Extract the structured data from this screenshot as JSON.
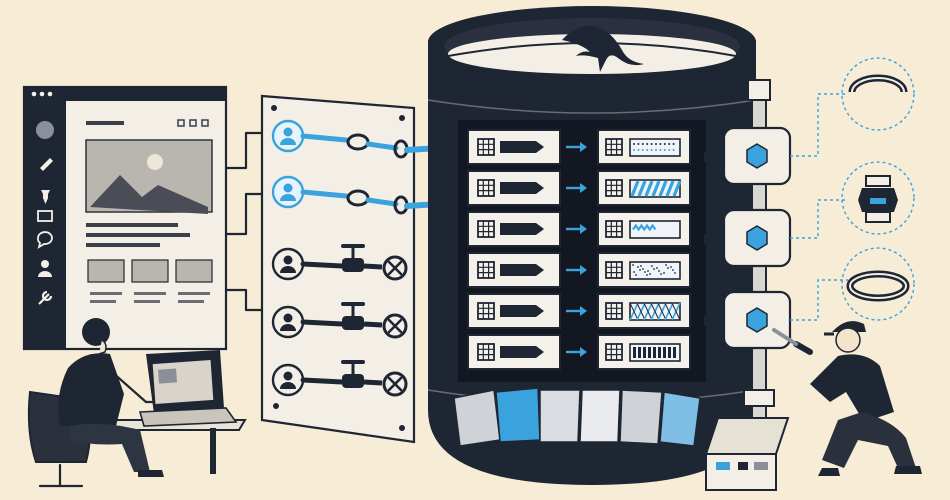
{
  "illustration": {
    "accent_color": "#3aa3dd",
    "ink_color": "#1f2633",
    "paper_color": "#f7ecd6",
    "database_logo": "dolphin-logo",
    "app_sidebar_icons": [
      "circle-icon",
      "pencil-icon",
      "pin-icon",
      "image-icon",
      "chat-icon",
      "user-icon",
      "wrench-icon"
    ],
    "user_connections": [
      {
        "icon": "user-icon",
        "state": "connected",
        "highlight": true
      },
      {
        "icon": "user-icon",
        "state": "connected",
        "highlight": true
      },
      {
        "icon": "user-icon",
        "state": "blocked",
        "highlight": false
      },
      {
        "icon": "user-icon",
        "state": "blocked",
        "highlight": false
      },
      {
        "icon": "user-icon",
        "state": "blocked",
        "highlight": false
      }
    ],
    "storage_rows": [
      {
        "pattern": "dots"
      },
      {
        "pattern": "stripes"
      },
      {
        "pattern": "zigzag"
      },
      {
        "pattern": "speckle"
      },
      {
        "pattern": "crosshatch"
      },
      {
        "pattern": "bars"
      }
    ],
    "maintenance_parts": [
      "ring-clip-icon",
      "hex-fitting-icon",
      "o-ring-icon"
    ]
  }
}
